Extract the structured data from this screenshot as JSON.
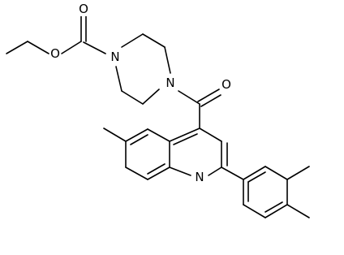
{
  "molecule": {
    "atoms": [
      {
        "id": "O_carbonyl_ester",
        "label": "O"
      },
      {
        "id": "O_ether",
        "label": "O"
      },
      {
        "id": "N_pip_1",
        "label": "N"
      },
      {
        "id": "N_pip_4",
        "label": "N"
      },
      {
        "id": "O_amide",
        "label": "O"
      },
      {
        "id": "N_quinoline",
        "label": "N"
      }
    ]
  }
}
